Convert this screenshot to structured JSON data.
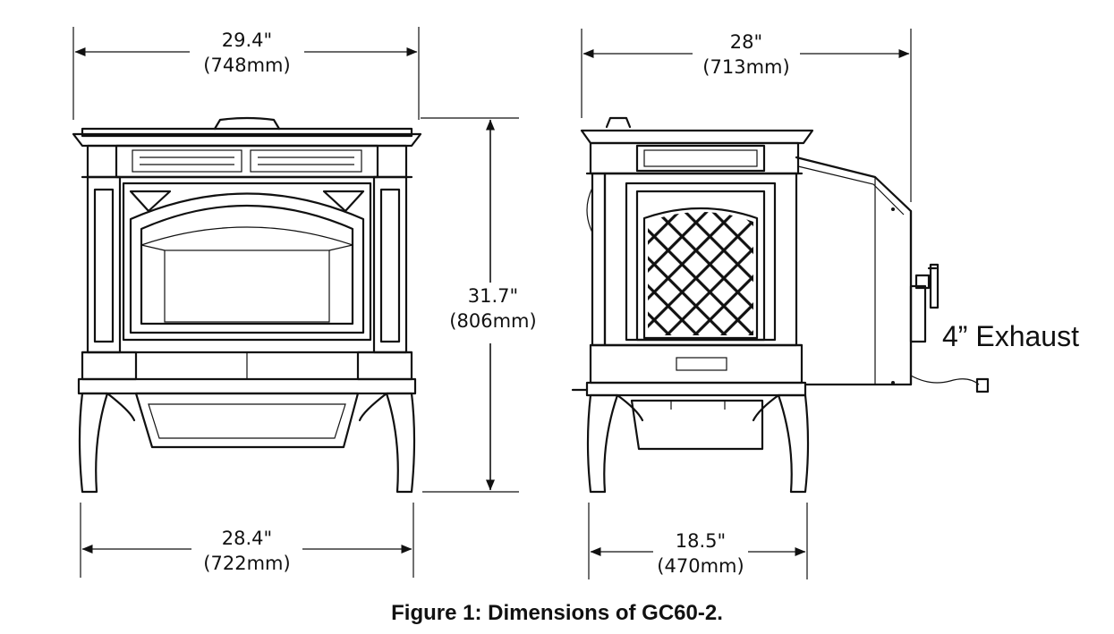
{
  "caption": "Figure 1: Dimensions of GC60-2.",
  "front_view": {
    "top_width": {
      "imperial": "29.4\"",
      "metric": "(748mm)"
    },
    "bottom_width": {
      "imperial": "28.4\"",
      "metric": "(722mm)"
    },
    "height": {
      "imperial": "31.7\"",
      "metric": "(806mm)"
    }
  },
  "side_view": {
    "top_depth": {
      "imperial": "28\"",
      "metric": "(713mm)"
    },
    "bottom_depth": {
      "imperial": "18.5\"",
      "metric": "(470mm)"
    },
    "exhaust_label": "4” Exhaust"
  }
}
